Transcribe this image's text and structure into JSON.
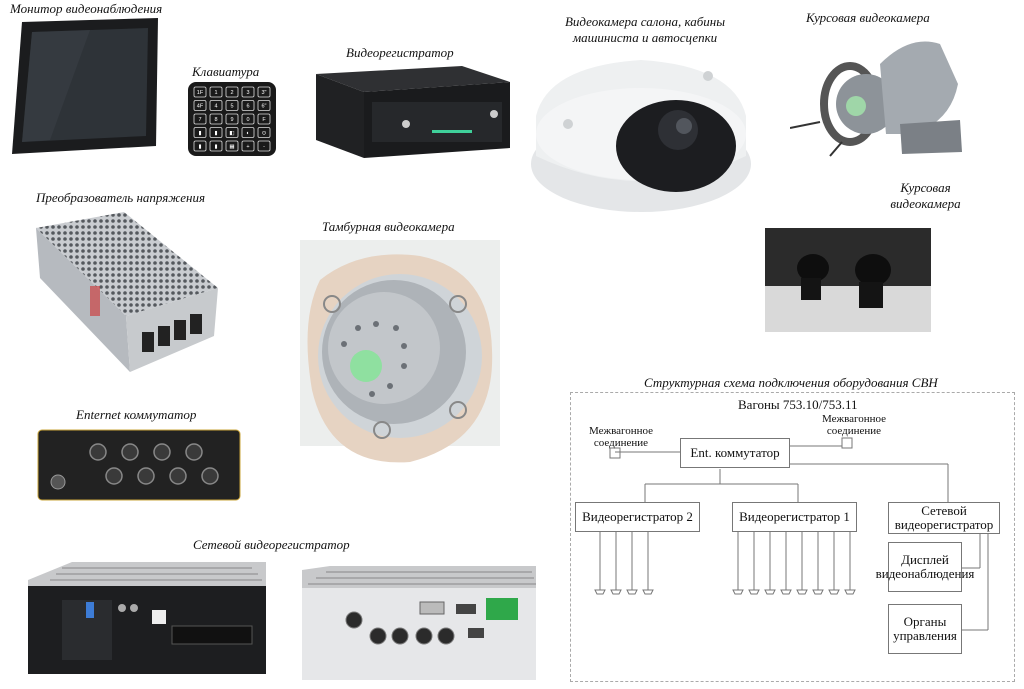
{
  "captions": {
    "monitor": "Монитор видеонаблюдения",
    "keyboard": "Клавиатура",
    "dvr": "Видеорегистратор",
    "salon_camera": "Видеокамера салона, кабины машиниста и автосцепки",
    "course_camera_top": "Курсовая видеокамера",
    "voltage_converter": "Преобразователь напряжения",
    "vestibule_camera": "Тамбурная видеокамера",
    "course_camera_photo": "Курсовая видеокамера",
    "ethernet_switch": "Enternet коммутатор",
    "network_dvr": "Сетевой видеорегистратор",
    "schema_title": "Структурная схема подключения оборудования СВН"
  },
  "keypad_keys": [
    "1F",
    "1",
    "2",
    "3",
    "3\"",
    "4F",
    "4",
    "5",
    "6",
    "6\"",
    "7",
    "8",
    "9",
    "0",
    "F",
    "▮",
    "▮",
    "◧",
    "◐",
    "⊙",
    "▮",
    "▮",
    "▦",
    "+",
    "-"
  ],
  "schema": {
    "header": "Вагоны 753.10/753.11",
    "link_left": "Межвагонное соединение",
    "link_right": "Межвагонное соединение",
    "switch": "Ent. коммутатор",
    "dvr2": "Видеорегистратор 2",
    "dvr1": "Видеорегистратор 1",
    "net_dvr": "Сетевой видеорегистратор",
    "display": "Дисплей видеонаблюдения",
    "controls": "Органы управления"
  },
  "colors": {
    "device_dark": "#1e1f22",
    "metal": "#b9bcc0",
    "camera_white": "#eceeef",
    "vestibule_bg": "#e6d3c2",
    "lens_green": "#8fe0a0"
  }
}
